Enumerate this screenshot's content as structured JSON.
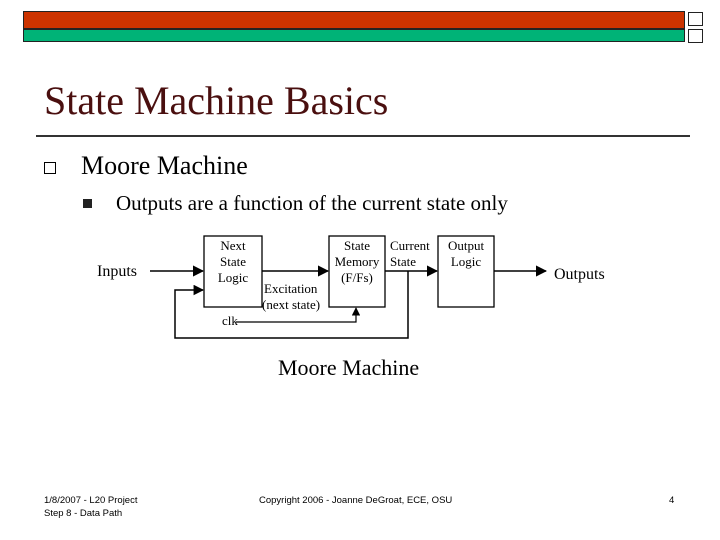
{
  "slide": {
    "title": "State Machine Basics",
    "bullet_level1": "Moore Machine",
    "bullet_level2": "Outputs are a function of the current state only",
    "figure_caption": "Moore Machine"
  },
  "diagram": {
    "inputs_label": "Inputs",
    "outputs_label": "Outputs",
    "next_state_logic": [
      "Next",
      "State",
      "Logic"
    ],
    "state_memory": [
      "State",
      "Memory",
      "(F/Fs)"
    ],
    "current_state": [
      "Current",
      "State"
    ],
    "output_logic": [
      "Output",
      "Logic"
    ],
    "excitation": [
      "Excitation",
      "(next state)"
    ],
    "clk_label": "clk"
  },
  "footer": {
    "left_line1": "1/8/2007 - L20 Project",
    "left_line2": "Step 8 - Data Path",
    "center": "Copyright 2006 - Joanne DeGroat, ECE, OSU",
    "page_number": "4"
  },
  "colors": {
    "header_bar_top": "#cc3300",
    "header_bar_bottom": "#00b377",
    "title_color": "#4a0f0f"
  }
}
